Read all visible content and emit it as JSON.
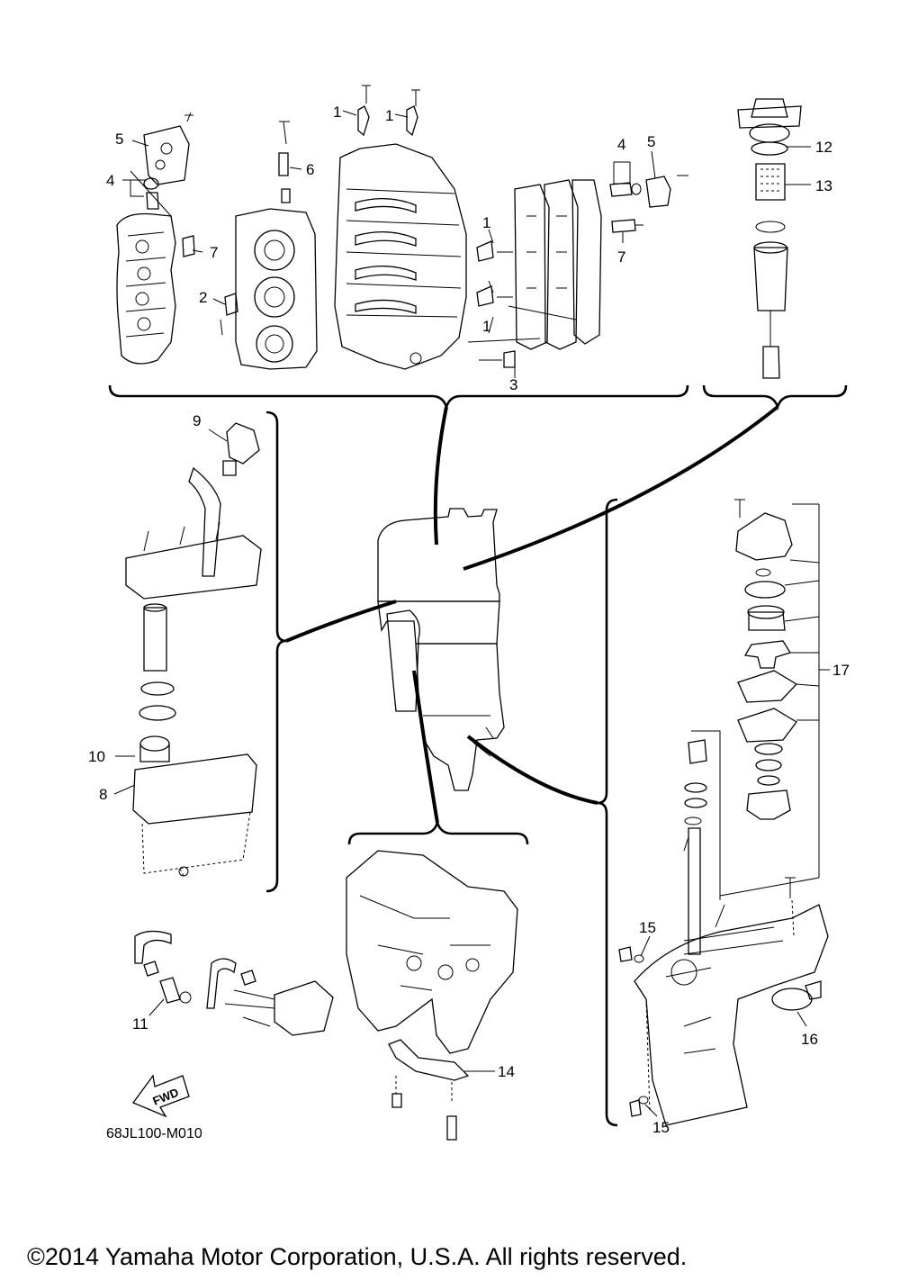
{
  "diagram": {
    "drawing_code": "68JL100-M010",
    "copyright": "©2014 Yamaha Motor Corporation, U.S.A. All rights reserved.",
    "fwd_arrow_label": "FWD",
    "callouts": {
      "c1a": "1",
      "c1b": "1",
      "c1c": "1",
      "c1d": "1",
      "c2": "2",
      "c3": "3",
      "c4a": "4",
      "c4b": "4",
      "c5a": "5",
      "c5b": "5",
      "c6": "6",
      "c7a": "7",
      "c7b": "7",
      "c8": "8",
      "c9": "9",
      "c10": "10",
      "c11": "11",
      "c12": "12",
      "c13": "13",
      "c14": "14",
      "c15a": "15",
      "c15b": "15",
      "c16": "16",
      "c17": "17"
    }
  }
}
